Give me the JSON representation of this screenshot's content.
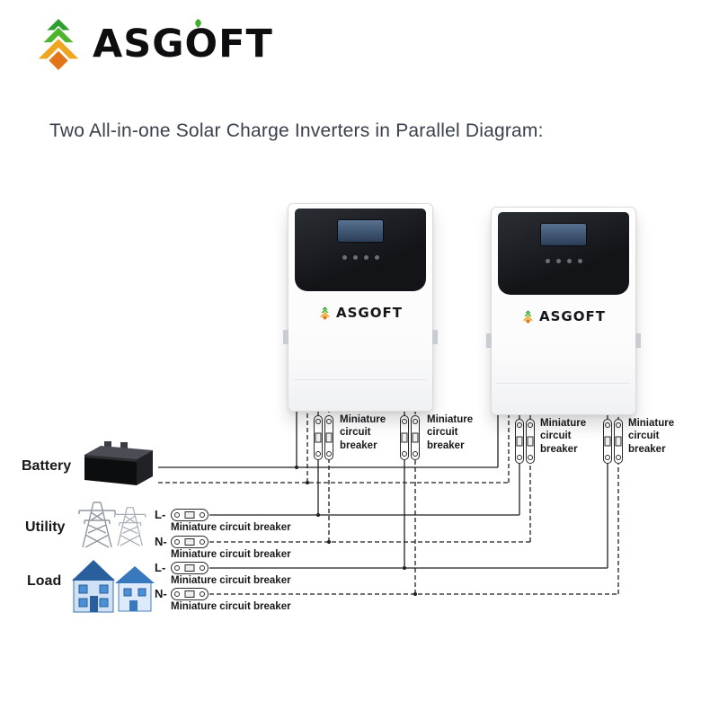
{
  "brand": {
    "name": "ASGOFT"
  },
  "title": "Two All-in-one Solar Charge Inverters in Parallel Diagram:",
  "inverters": [
    {
      "brand": "ASGOFT"
    },
    {
      "brand": "ASGOFT"
    }
  ],
  "sources": {
    "battery": "Battery",
    "utility": "Utility",
    "load": "Load"
  },
  "mcb_units": [
    {
      "label": "Miniature circuit breaker"
    },
    {
      "label": "Miniature circuit breaker"
    },
    {
      "label": "Miniature circuit breaker"
    },
    {
      "label": "Miniature circuit breaker"
    }
  ],
  "rows": [
    {
      "prefix": "L-",
      "label": "Miniature circuit breaker"
    },
    {
      "prefix": "N-",
      "label": "Miniature circuit breaker"
    },
    {
      "prefix": "L-",
      "label": "Miniature circuit breaker"
    },
    {
      "prefix": "N-",
      "label": "Miniature circuit breaker"
    }
  ],
  "colors": {
    "brand_green": "#3fae2c",
    "brand_orange": "#f0a51e",
    "wire": "#1f1f1f",
    "title_text": "#3a414c"
  }
}
